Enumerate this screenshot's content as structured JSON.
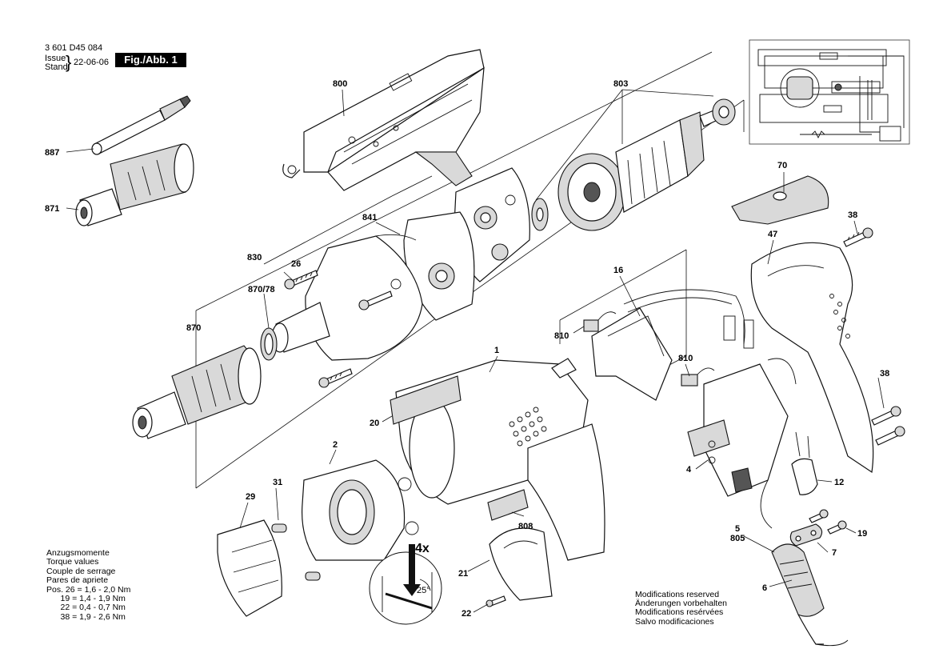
{
  "header": {
    "doc_number": "3 601 D45 084",
    "issue_label_1": "Issue",
    "issue_label_2": "Stand",
    "date": "22-06-06",
    "figure_label": "Fig./Abb. 1"
  },
  "torque_values": {
    "lines": [
      "Anzugsmomente",
      "Torque values",
      "Couple de serrage",
      "Pares de apriete",
      "Pos. 26 = 1,6 - 2,0 Nm",
      "      19 = 1,4 - 1,9 Nm",
      "      22 = 0,4 - 0,7 Nm",
      "      38 = 1,9 - 2,6 Nm"
    ]
  },
  "modifications": {
    "lines": [
      "Modifications reserved",
      "Änderungen vorbehalten",
      "Modifications resérvées",
      "Salvo modificaciones"
    ]
  },
  "callouts": {
    "p800": "800",
    "p803": "803",
    "p887": "887",
    "p871": "871",
    "p841": "841",
    "p830": "830",
    "p26": "26",
    "p870_78": "870/78",
    "p870": "870",
    "p70": "70",
    "p38a": "38",
    "p47": "47",
    "p16": "16",
    "p810a": "810",
    "p810b": "810",
    "p1": "1",
    "p20": "20",
    "p2": "2",
    "p31": "31",
    "p29": "29",
    "p808": "808",
    "p21": "21",
    "p22": "22",
    "p4": "4",
    "p38b": "38",
    "p12": "12",
    "p5": "5",
    "p805": "805",
    "p7": "7",
    "p19": "19",
    "p6": "6"
  },
  "inset": {
    "multiplier": "4x",
    "angle": "25°"
  }
}
